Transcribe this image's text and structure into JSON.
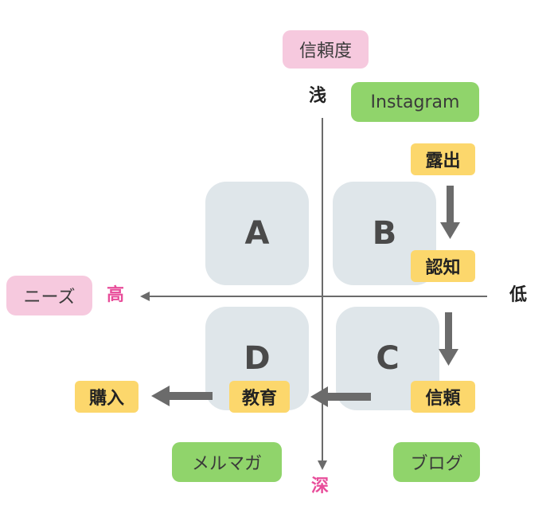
{
  "axes": {
    "vertical_title": "信頼度",
    "vertical_top": "浅",
    "vertical_bottom": "深",
    "horizontal_title": "ニーズ",
    "horizontal_left": "高",
    "horizontal_right": "低"
  },
  "quadrants": {
    "a": "A",
    "b": "B",
    "c": "C",
    "d": "D"
  },
  "channels": {
    "instagram": "Instagram",
    "mailmag": "メルマガ",
    "blog": "ブログ"
  },
  "stages": {
    "exposure": "露出",
    "recognition": "認知",
    "trust": "信頼",
    "education": "教育",
    "purchase": "購入"
  },
  "colors": {
    "accent_pink_text": "#e84d9a",
    "pink_label": "#f6c9de",
    "green_label": "#90d46b",
    "yellow_label": "#fcd76c",
    "quadrant_fill": "#dfe6ea",
    "arrow_gray": "#6b6b6b"
  }
}
